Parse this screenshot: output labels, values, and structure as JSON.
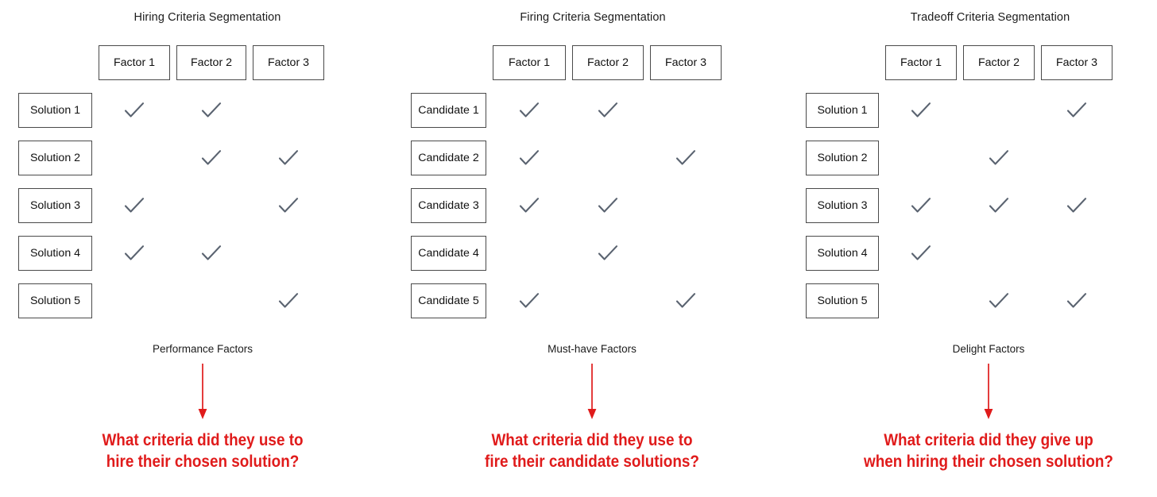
{
  "figure": {
    "background": "#ffffff",
    "accent_red": "#e01b1b",
    "check_color": "#5a6370",
    "box_border": "#4a4a4a"
  },
  "panels": [
    {
      "id": "hiring",
      "title": "Hiring Criteria Segmentation",
      "column_headers": [
        "Factor 1",
        "Factor 2",
        "Factor 3"
      ],
      "row_labels": [
        "Solution 1",
        "Solution 2",
        "Solution 3",
        "Solution 4",
        "Solution 5"
      ],
      "matrix": [
        [
          true,
          true,
          false
        ],
        [
          false,
          true,
          true
        ],
        [
          true,
          false,
          true
        ],
        [
          true,
          true,
          false
        ],
        [
          false,
          false,
          true
        ]
      ],
      "footer_label": "Performance Factors",
      "question": "What criteria did they use to\nhire their chosen solution?"
    },
    {
      "id": "firing",
      "title": "Firing Criteria Segmentation",
      "column_headers": [
        "Factor 1",
        "Factor 2",
        "Factor 3"
      ],
      "row_labels": [
        "Candidate 1",
        "Candidate 2",
        "Candidate 3",
        "Candidate 4",
        "Candidate 5"
      ],
      "matrix": [
        [
          true,
          true,
          false
        ],
        [
          true,
          false,
          true
        ],
        [
          true,
          true,
          false
        ],
        [
          false,
          true,
          false
        ],
        [
          true,
          false,
          true
        ]
      ],
      "footer_label": "Must-have Factors",
      "question": "What criteria did they use to\nfire their candidate solutions?"
    },
    {
      "id": "tradeoff",
      "title": "Tradeoff Criteria Segmentation",
      "column_headers": [
        "Factor 1",
        "Factor 2",
        "Factor 3"
      ],
      "row_labels": [
        "Solution 1",
        "Solution 2",
        "Solution 3",
        "Solution 4",
        "Solution 5"
      ],
      "matrix": [
        [
          true,
          false,
          true
        ],
        [
          false,
          true,
          false
        ],
        [
          true,
          true,
          true
        ],
        [
          true,
          false,
          false
        ],
        [
          false,
          true,
          true
        ]
      ],
      "footer_label": "Delight Factors",
      "question": "What criteria did they give up\nwhen hiring their chosen solution?"
    }
  ],
  "icons": {
    "check": "check-icon",
    "arrow": "down-arrow-icon"
  }
}
